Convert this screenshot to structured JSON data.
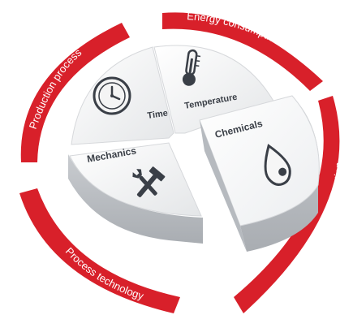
{
  "ring": {
    "color": "#d8202a",
    "segments": [
      {
        "label": "Energy consumption"
      },
      {
        "label": "Production process"
      },
      {
        "label": "Process technology"
      },
      {
        "label": "Cleaner formulation"
      }
    ]
  },
  "pie": {
    "slices": [
      {
        "label": "Time",
        "icon": "clock-icon"
      },
      {
        "label": "Temperature",
        "icon": "thermometer-icon"
      },
      {
        "label": "Mechanics",
        "icon": "hammer-wrench-icon"
      },
      {
        "label": "Chemicals",
        "icon": "droplet-icon"
      }
    ]
  }
}
